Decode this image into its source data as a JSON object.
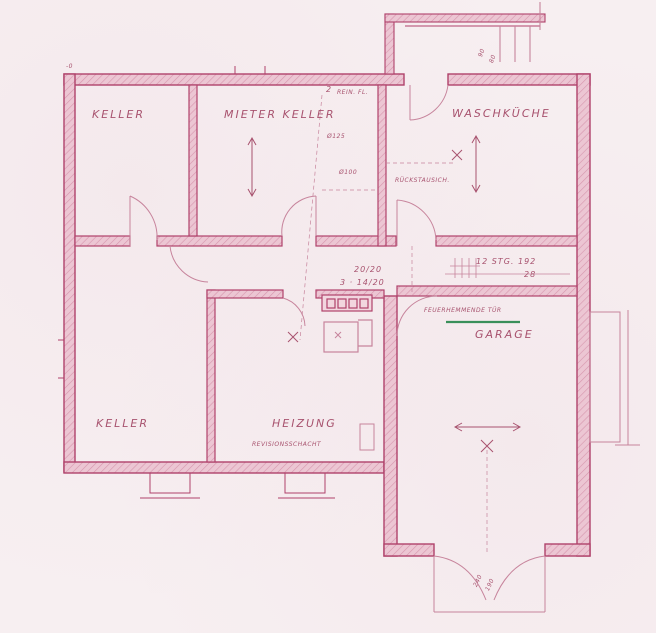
{
  "plan": {
    "type": "basement floor plan (hand-drawn scan)",
    "colors": {
      "paper": "#f7eff1",
      "wall_line": "#b0426b",
      "wall_fill": "#e7b9c8",
      "ink": "#a8536f",
      "thin_line": "#c7849c",
      "green_mark": "#3a8f5a"
    },
    "rooms": [
      {
        "id": "keller-top-left",
        "label": "KELLER"
      },
      {
        "id": "mieter-keller",
        "label": "MIETER KELLER"
      },
      {
        "id": "waschkueche",
        "label": "WASCHKÜCHE"
      },
      {
        "id": "keller-bottom-left",
        "label": "KELLER"
      },
      {
        "id": "heizung",
        "label": "HEIZUNG"
      },
      {
        "id": "garage",
        "label": "GARAGE"
      }
    ],
    "annotations": {
      "rein_fl": "REIN. FL.",
      "rein_fl_marker": "2",
      "pipe_125": "Ø125",
      "pipe_100": "Ø100",
      "rueckstau": "RÜCKSTAUSICH.",
      "stair_1": "90",
      "stair_2": "80",
      "stairs_note": "12 STG. 192",
      "stairs_note_2": "28",
      "chimney_size": "20/20",
      "chimney_height": "3 · 14/20",
      "fire_door": "FEUERHEMMENDE TÜR",
      "revision_shaft": "REVISIONSSCHACHT",
      "garage_door_1": "240",
      "garage_door_2": "190",
      "corner_mark": "-0"
    }
  }
}
